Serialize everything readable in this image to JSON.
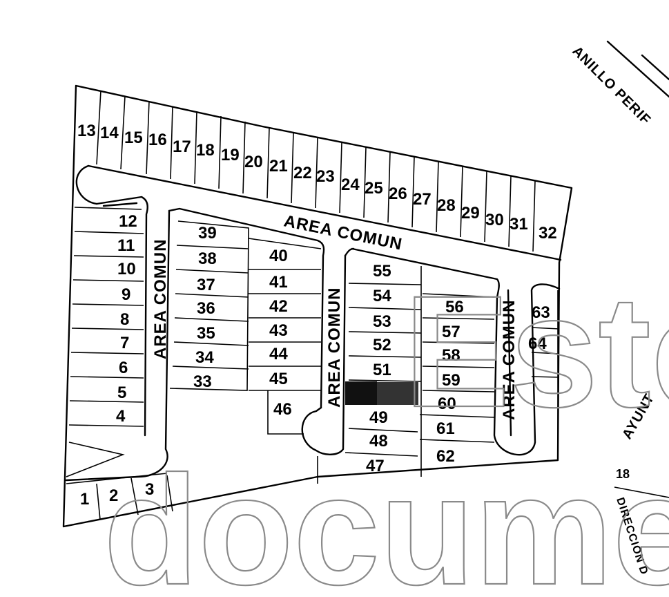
{
  "map": {
    "common_area_label": "AREA COMUN",
    "street_labels": {
      "ring_road": "ANILLO PERIF",
      "ayunt": "AYUNT",
      "direccion": "DIRECCION D"
    },
    "outside_number": "18",
    "selected_lot": "50",
    "lots_top_row": [
      "13",
      "14",
      "15",
      "16",
      "17",
      "18",
      "19",
      "20",
      "21",
      "22",
      "23",
      "24",
      "25",
      "26",
      "27",
      "28",
      "29",
      "30",
      "31",
      "32"
    ],
    "lots_left_column": [
      "12",
      "11",
      "10",
      "9",
      "8",
      "7",
      "6",
      "5",
      "4"
    ],
    "lots_bottom_left": [
      "1",
      "2",
      "3"
    ],
    "lots_block_a": [
      "39",
      "38",
      "37",
      "36",
      "35",
      "34",
      "33"
    ],
    "lots_block_b": [
      "40",
      "41",
      "42",
      "43",
      "44",
      "45",
      "46"
    ],
    "lots_block_c": [
      "55",
      "54",
      "53",
      "52",
      "51",
      "49",
      "48",
      "47"
    ],
    "lots_block_d": [
      "56",
      "57",
      "58",
      "59",
      "60",
      "61",
      "62"
    ],
    "lots_block_e": [
      "63",
      "64"
    ]
  },
  "watermark": {
    "line1": "Este",
    "line2": "documento"
  },
  "colors": {
    "ink": "#000000",
    "paper": "#ffffff",
    "watermark": "#8a8a8a",
    "selected_lot": "#111111",
    "selected_lot_half": "#333333"
  }
}
